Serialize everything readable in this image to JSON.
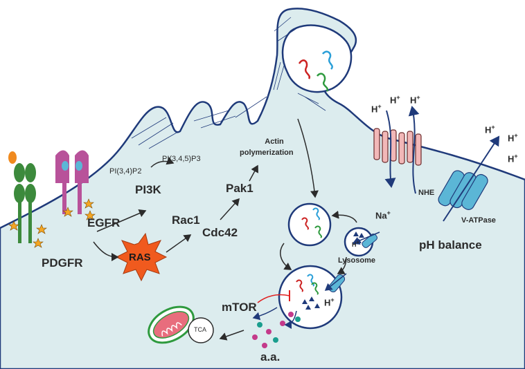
{
  "receptors": {
    "pdgfr": "PDGFR",
    "egfr": "EGFR"
  },
  "signaling": {
    "pi34p2": "PI(3,4)P2",
    "pi345p3": "PI(3,4,5)P3",
    "pi3k": "PI3K",
    "ras": "RAS",
    "rac1": "Rac1",
    "cdc42": "Cdc42",
    "pak1": "Pak1",
    "actin_line1": "Actin",
    "actin_line2": "polymerization"
  },
  "transport": {
    "hplus": "H",
    "plus_sup": "+",
    "na": "Na",
    "nhe": "NHE",
    "vatpase": "V-ATPase",
    "ph_balance": "pH balance"
  },
  "organelles": {
    "lysosome": "Lysosome",
    "mtor": "mTOR",
    "tca": "TCA",
    "aa": "a.a."
  },
  "colors": {
    "membrane": "#1f3a7a",
    "cytoplasm": "#dcecee",
    "ras_star": "#f05a1e",
    "nhe": "#f2b8b8",
    "vatpase": "#5bb6d6",
    "pdgfr": "#3c8a3c",
    "egfr": "#b8529a",
    "mito": "#e86d7d",
    "mtor_inhibit": "#e02020"
  }
}
